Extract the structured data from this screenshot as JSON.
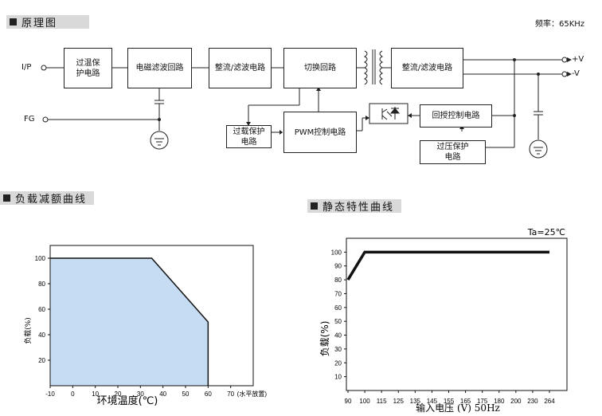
{
  "sections": {
    "schematic_title": "原理图",
    "frequency": "频率：65KHz",
    "derating_title": "负载减额曲线",
    "static_title": "静态特性曲线"
  },
  "schematic": {
    "ports": {
      "input": "I/P",
      "fg": "FG",
      "out_pos": "+V",
      "out_neg": "-V"
    },
    "blocks": {
      "overtemp": [
        "过温保",
        "护电路"
      ],
      "emi": "电磁滤波回路",
      "rectifier1": "整流/滤波电路",
      "switching": "切换回路",
      "rectifier2": "整流/滤波电路",
      "overload": [
        "过载保护",
        "电路"
      ],
      "pwm": "PWM控制电路",
      "feedback": "回授控制电路",
      "ovp": [
        "过压保护",
        "电路"
      ]
    }
  },
  "chart_data": [
    {
      "type": "area",
      "title": "负载减额曲线",
      "xlabel": "环境温度(℃)",
      "ylabel": "负载(%)",
      "x_unit_note": "(水平放置)",
      "x_ticks": [
        "-10",
        "0",
        "10",
        "20",
        "30",
        "40",
        "50",
        "60",
        "70"
      ],
      "y_ticks": [
        "20",
        "40",
        "60",
        "80",
        "100"
      ],
      "xlim": [
        -10,
        80
      ],
      "ylim": [
        0,
        110
      ],
      "points": [
        [
          -10,
          100
        ],
        [
          35,
          100
        ],
        [
          60,
          50
        ],
        [
          60,
          0
        ]
      ],
      "fill_color": "#c6dcf2"
    },
    {
      "type": "line",
      "title": "静态特性曲线",
      "annotation": "Ta=25℃",
      "xlabel": "输入电压 (V) 50Hz",
      "ylabel": "负载(%)",
      "x_ticks": [
        "90",
        "100",
        "115",
        "125",
        "135",
        "145",
        "155",
        "165",
        "175",
        "180",
        "200",
        "230",
        "264"
      ],
      "y_ticks": [
        "10",
        "20",
        "30",
        "40",
        "50",
        "60",
        "70",
        "80",
        "90",
        "100"
      ],
      "ylim": [
        0,
        110
      ],
      "points": [
        [
          90,
          80
        ],
        [
          100,
          100
        ],
        [
          264,
          100
        ]
      ]
    }
  ]
}
